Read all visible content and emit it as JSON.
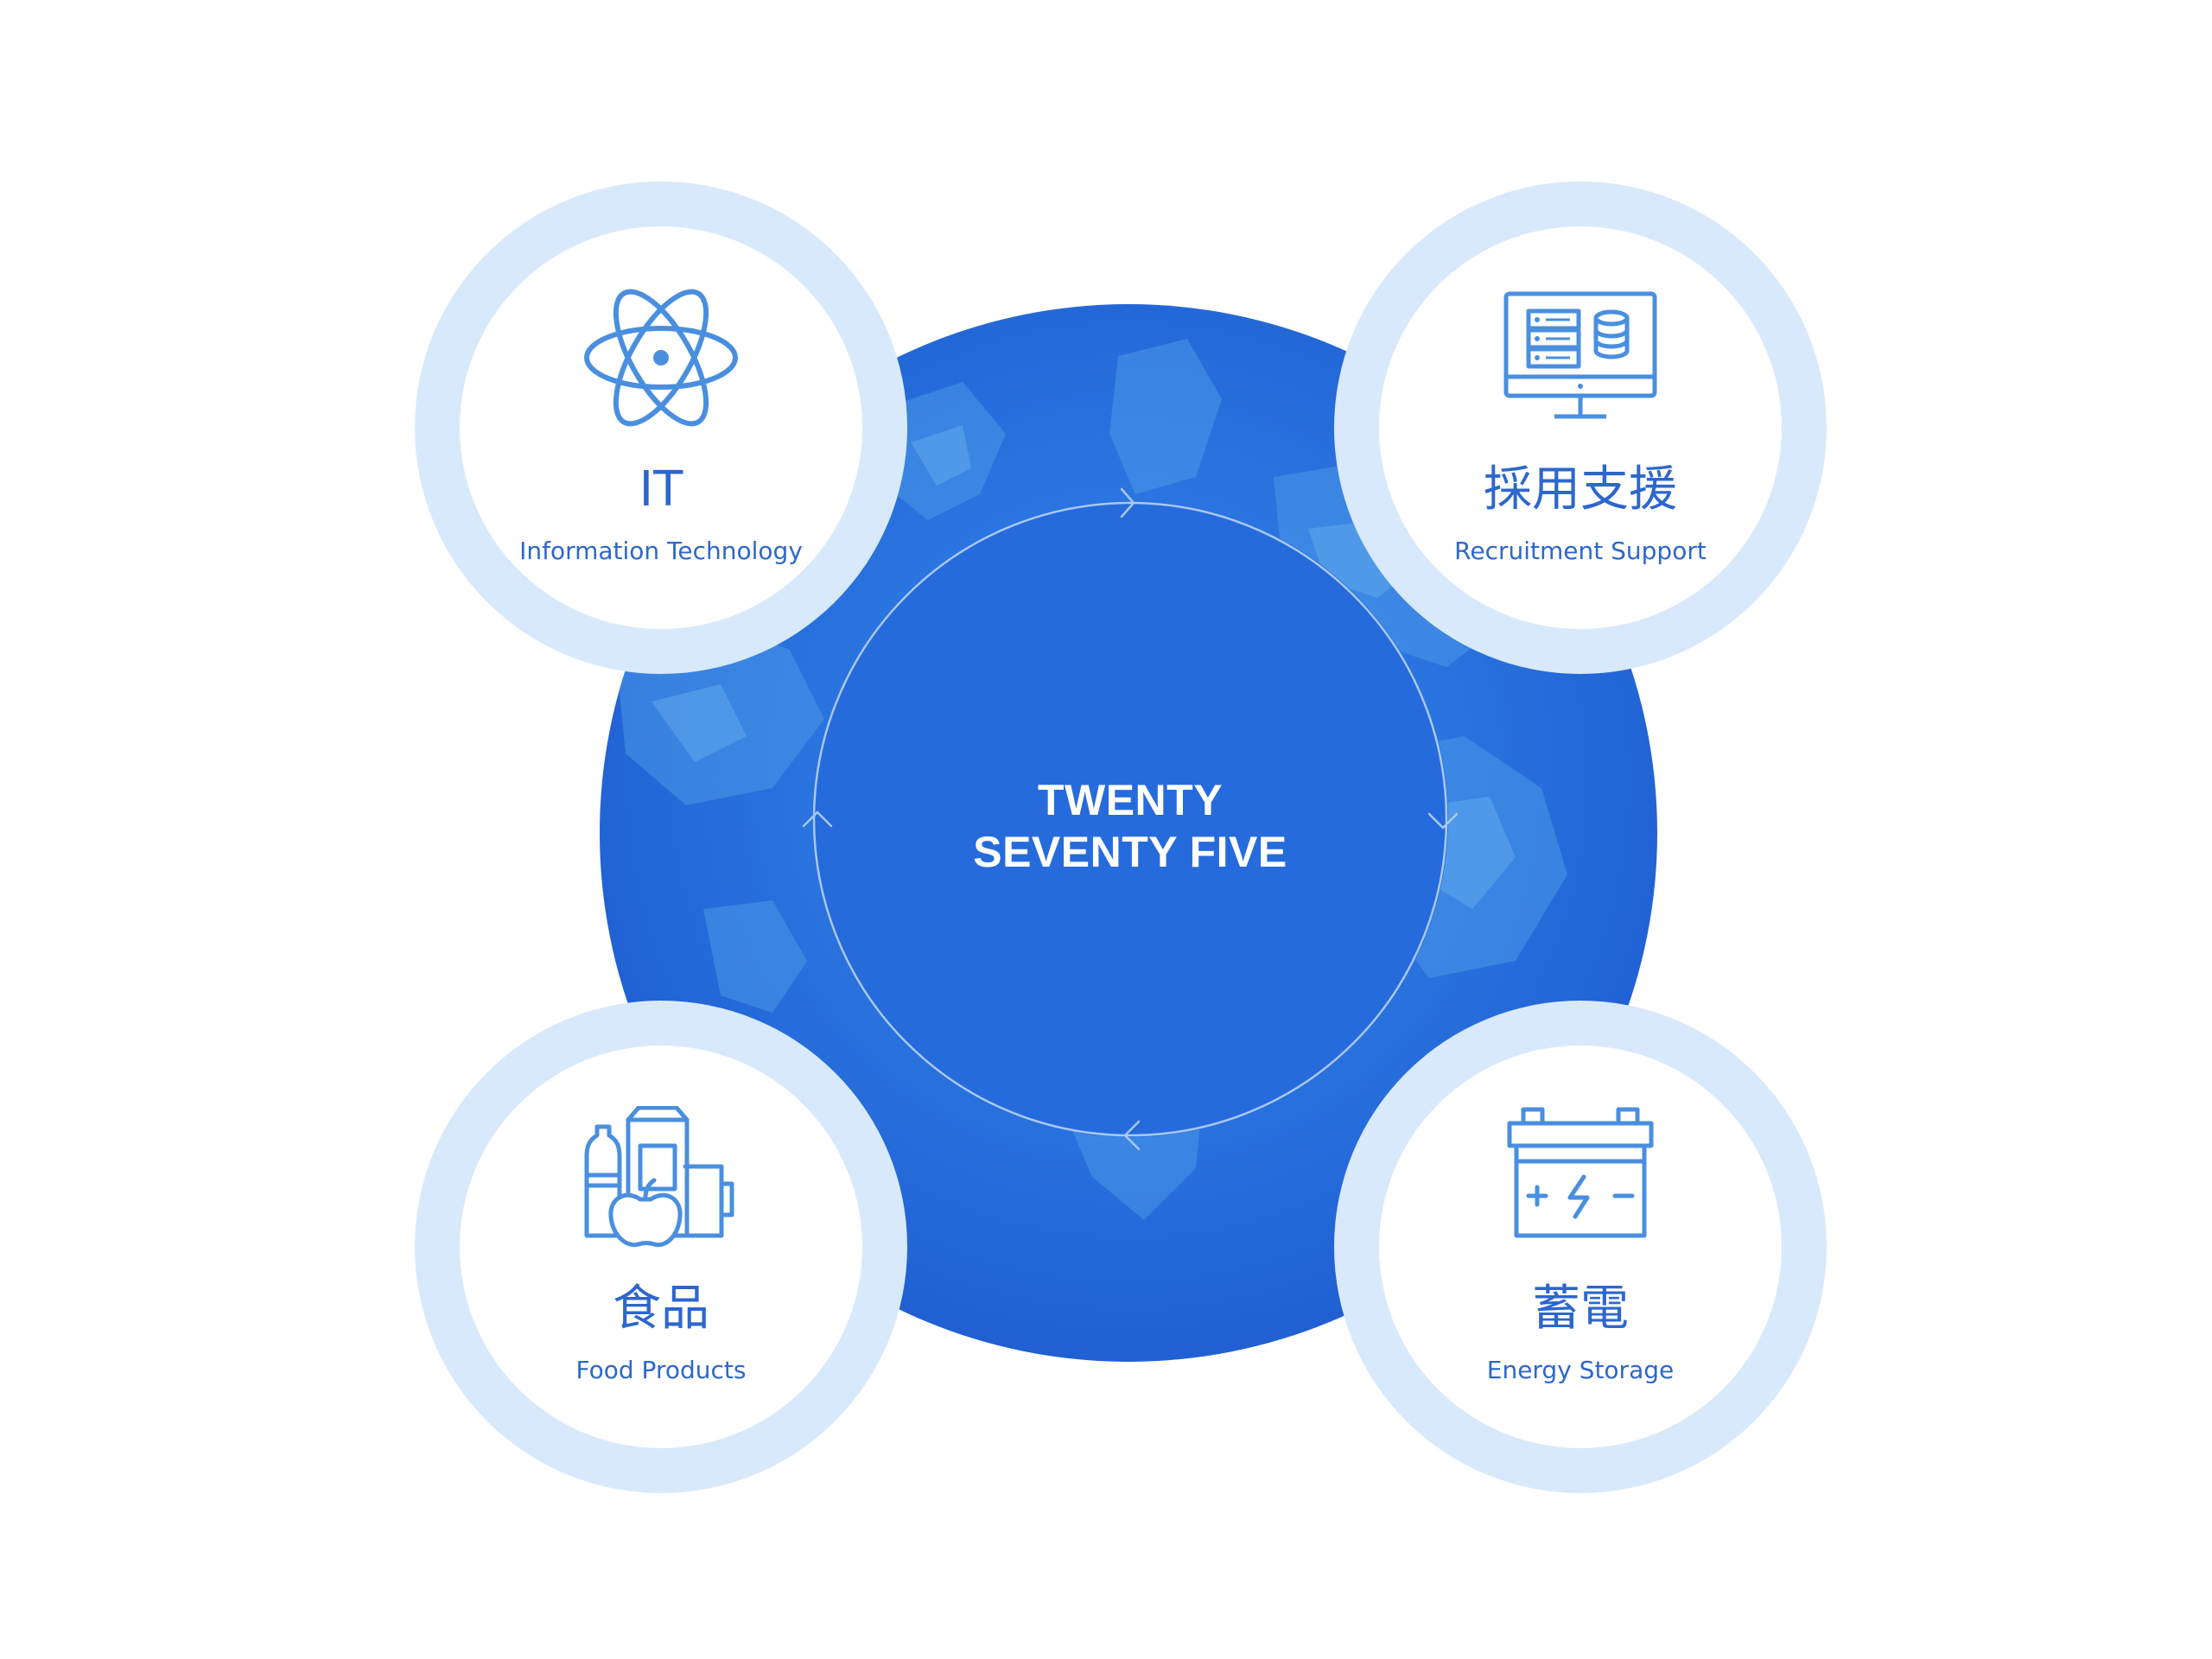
{
  "center": {
    "line1": "TWENTY",
    "line2": "SEVENTY FIVE"
  },
  "segments": [
    {
      "id": "it",
      "title": "IT",
      "subtitle": "Information Technology",
      "icon": "atom-icon"
    },
    {
      "id": "recruit",
      "title": "採用支援",
      "subtitle": "Recruitment Support",
      "icon": "server-monitor-icon"
    },
    {
      "id": "food",
      "title": "食品",
      "subtitle": "Food Products",
      "icon": "groceries-icon"
    },
    {
      "id": "energy",
      "title": "蓄電",
      "subtitle": "Energy Storage",
      "icon": "battery-icon"
    }
  ],
  "colors": {
    "globe": "#2a74df",
    "ring": "#d8e9fc",
    "accent": "#2d67cc",
    "icon": "#4a8fdf"
  }
}
